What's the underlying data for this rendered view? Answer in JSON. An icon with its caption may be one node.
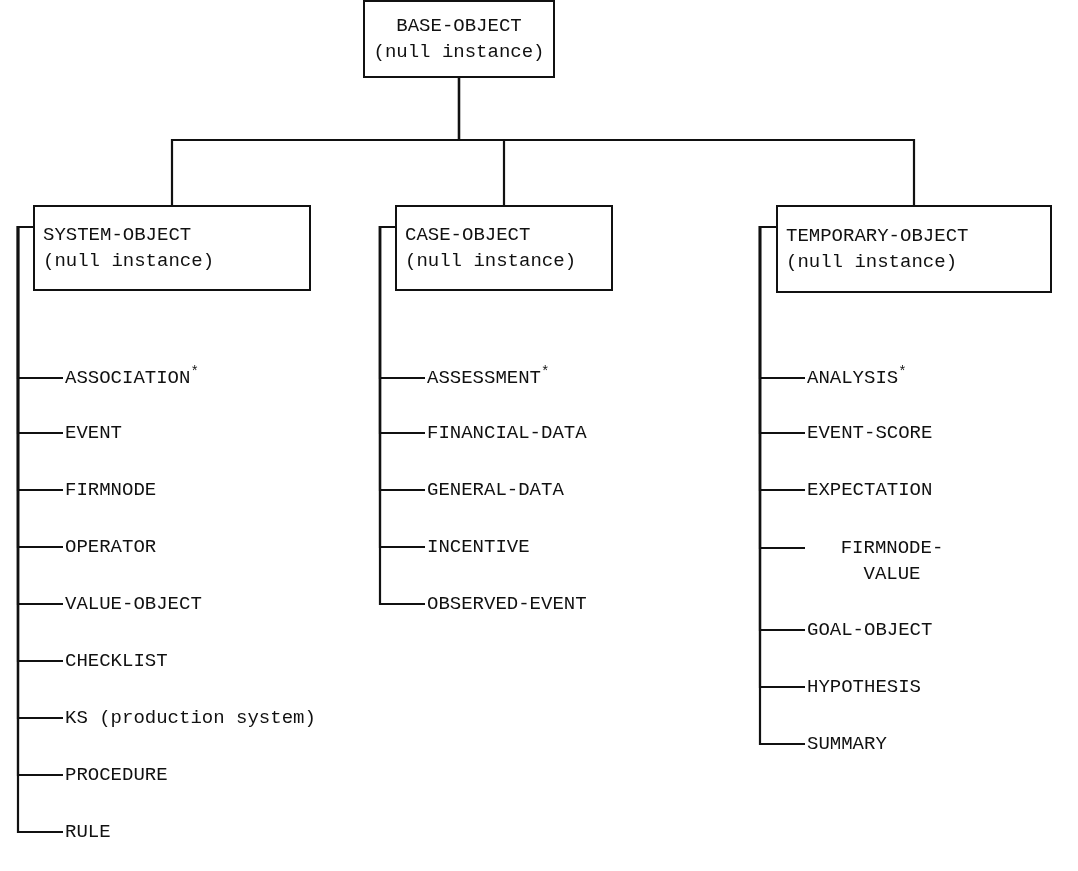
{
  "diagram": {
    "nodes": [
      {
        "text": [
          "BASE-OBJECT",
          "(null instance)"
        ]
      },
      {
        "text": [
          "SYSTEM-OBJECT",
          "(null instance)"
        ]
      },
      {
        "text": [
          "CASE-OBJECT",
          "(null instance)"
        ]
      },
      {
        "text": [
          "TEMPORARY-OBJECT",
          "(null instance)"
        ]
      },
      {
        "text": [
          "ASSOCIATION$^{*}$"
        ]
      },
      {
        "text": [
          "EVENT"
        ]
      },
      {
        "text": [
          "FIRMNODE"
        ]
      },
      {
        "text": [
          "OPERATOR"
        ]
      },
      {
        "text": [
          "VALUE-OBJECT"
        ]
      },
      {
        "text": [
          "CHECKLIST"
        ]
      },
      {
        "text": [
          "KS (production system)"
        ]
      },
      {
        "text": [
          "PROCEDURE"
        ]
      },
      {
        "text": [
          "RULE"
        ]
      },
      {
        "text": [
          "ASSESSMENT$^{*}$"
        ]
      },
      {
        "text": [
          "FINANCIAL-DATA"
        ]
      },
      {
        "text": [
          "GENERAL-DATA"
        ]
      },
      {
        "text": [
          "INCENTIVE"
        ]
      },
      {
        "text": [
          "OBSERVED-EVENT"
        ]
      },
      {
        "text": [
          "ANALYSIS$^{*}$"
        ]
      },
      {
        "text": [
          "EVENT-SCORE"
        ]
      },
      {
        "text": [
          "EXPECTATION"
        ]
      },
      {
        "text": [
          "FIRMNODE- VALUE"
        ]
      },
      {
        "text": [
          "GOAL-OBJECT"
        ]
      },
      {
        "text": [
          "HYPOTHESIS"
        ]
      },
      {
        "text": [
          "SUMMARY"
        ]
      }
    ],
    "edges": [
      {
        "from": 0,
        "to": 1,
        "arrow": "none"
      },
      {
        "from": 0,
        "to": 2,
        "arrow": "none"
      },
      {
        "from": 0,
        "to": 3,
        "arrow": "none"
      },
      {
        "from": 1,
        "to": 4,
        "arrow": "none"
      },
      {
        "from": 1,
        "to": 5,
        "arrow": "none"
      },
      {
        "from": 1,
        "to": 6,
        "arrow": "none"
      },
      {
        "from": 1,
        "to": 7,
        "arrow": "none"
      },
      {
        "from": 1,
        "to": 8,
        "arrow": "none"
      },
      {
        "from": 1,
        "to": 9,
        "arrow": "none"
      },
      {
        "from": 1,
        "to": 10,
        "arrow": "none"
      },
      {
        "from": 1,
        "to": 11,
        "arrow": "none"
      },
      {
        "from": 1,
        "to": 12,
        "arrow": "none"
      },
      {
        "from": 2,
        "to": 13,
        "arrow": "none"
      },
      {
        "from": 2,
        "to": 14,
        "arrow": "none"
      },
      {
        "from": 2,
        "to": 15,
        "arrow": "none"
      },
      {
        "from": 2,
        "to": 16,
        "arrow": "none"
      },
      {
        "from": 2,
        "to": 17,
        "arrow": "none"
      },
      {
        "from": 3,
        "to": 18,
        "arrow": "none"
      },
      {
        "from": 3,
        "to": 19,
        "arrow": "none"
      },
      {
        "from": 3,
        "to": 20,
        "arrow": "none"
      },
      {
        "from": 3,
        "to": 21,
        "arrow": "none"
      },
      {
        "from": 3,
        "to": 22,
        "arrow": "none"
      },
      {
        "from": 3,
        "to": 23,
        "arrow": "none"
      },
      {
        "from": 3,
        "to": 24,
        "arrow": "none"
      }
    ]
  }
}
